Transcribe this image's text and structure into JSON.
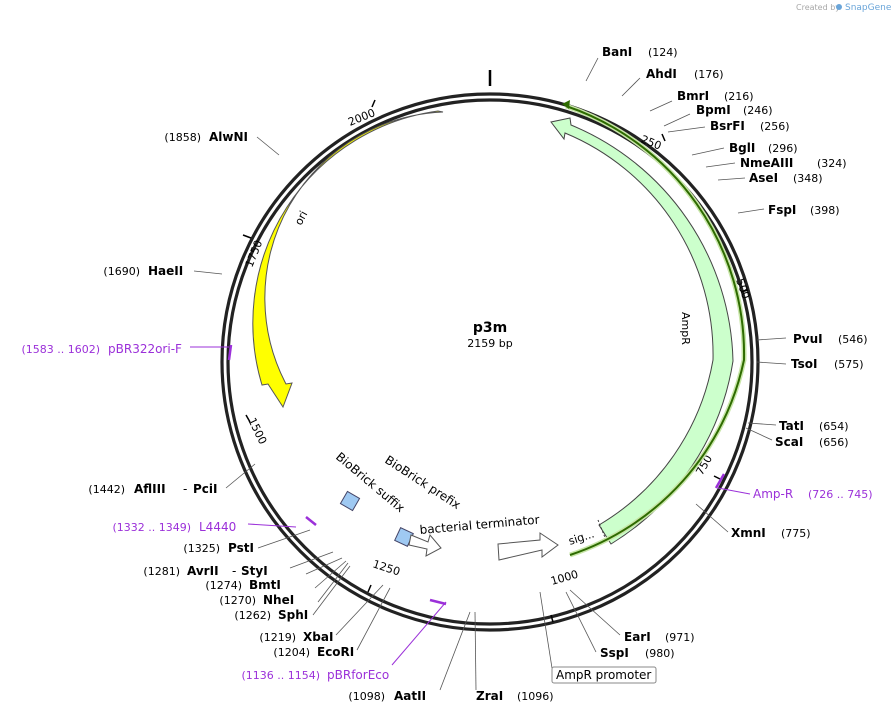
{
  "credit": {
    "created_by": "Created by",
    "brand": "SnapGene"
  },
  "plasmid": {
    "name": "p3m",
    "length": 2159,
    "length_label": "2159 bp"
  },
  "ticks": [
    "250",
    "500",
    "750",
    "1000",
    "1250",
    "1500",
    "1750",
    "2000"
  ],
  "enzymes": [
    {
      "name": "BanI",
      "pos": "(124)"
    },
    {
      "name": "AhdI",
      "pos": "(176)"
    },
    {
      "name": "BmrI",
      "pos": "(216)"
    },
    {
      "name": "BpmI",
      "pos": "(246)"
    },
    {
      "name": "BsrFI",
      "pos": "(256)"
    },
    {
      "name": "BglI",
      "pos": "(296)"
    },
    {
      "name": "NmeAIII",
      "pos": "(324)"
    },
    {
      "name": "AseI",
      "pos": "(348)"
    },
    {
      "name": "FspI",
      "pos": "(398)"
    },
    {
      "name": "PvuI",
      "pos": "(546)"
    },
    {
      "name": "TsoI",
      "pos": "(575)"
    },
    {
      "name": "TatI",
      "pos": "(654)"
    },
    {
      "name": "ScaI",
      "pos": "(656)"
    },
    {
      "name": "XmnI",
      "pos": "(775)"
    },
    {
      "name": "EarI",
      "pos": "(971)"
    },
    {
      "name": "SspI",
      "pos": "(980)"
    },
    {
      "name": "ZraI",
      "pos": "(1096)"
    },
    {
      "name": "AatII",
      "pos": "(1098)"
    },
    {
      "name": "EcoRI",
      "pos": "(1204)"
    },
    {
      "name": "XbaI",
      "pos": "(1219)"
    },
    {
      "name": "SphI",
      "pos": "(1262)"
    },
    {
      "name": "NheI",
      "pos": "(1270)"
    },
    {
      "name": "BmtI",
      "pos": "(1274)"
    },
    {
      "name": "AvrII",
      "pos": "(1281)"
    },
    {
      "name": "StyI",
      "pos": ""
    },
    {
      "name": "PstI",
      "pos": "(1325)"
    },
    {
      "name": "AflIII",
      "pos": "(1442)"
    },
    {
      "name": "PciI",
      "pos": ""
    },
    {
      "name": "HaeII",
      "pos": "(1690)"
    },
    {
      "name": "AlwNI",
      "pos": "(1858)"
    }
  ],
  "primers": [
    {
      "name": "Amp-R",
      "range": "(726 .. 745)"
    },
    {
      "name": "L4440",
      "range": "(1332 .. 1349)"
    },
    {
      "name": "pBRforEco",
      "range": "(1136 .. 1154)"
    },
    {
      "name": "pBR322ori-F",
      "range": "(1583 .. 1602)"
    }
  ],
  "features": {
    "ampr": "AmpR",
    "ori": "ori",
    "sig": "sig...",
    "ampr_promoter": "AmpR promoter",
    "bacterial_terminator": "bacterial terminator",
    "biobrick_prefix": "BioBrick prefix",
    "biobrick_suffix": "BioBrick suffix"
  },
  "colors": {
    "backbone": "#222222",
    "ampr_fill": "#ccffcc",
    "ampr_stroke": "#6fb46f",
    "ori_fill": "#ffff00",
    "ori_stroke": "#999900",
    "primer": "#9b30d9",
    "primer_bind": "#2e6b00",
    "biobrick": "#9fc9f2"
  }
}
